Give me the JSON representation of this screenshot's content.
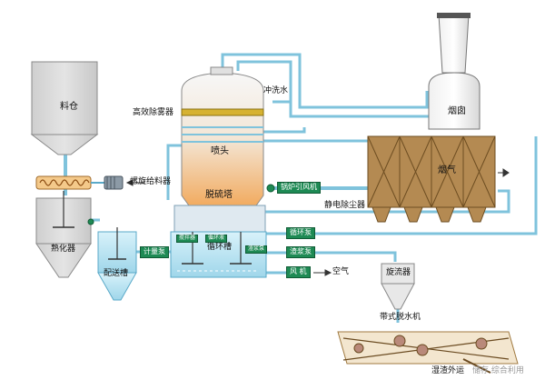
{
  "labels": {
    "silo": "料仓",
    "screw_feeder": "螺旋给料器",
    "slaker": "熟化器",
    "transfer_tank": "配送槽",
    "metering_pump": "计量泵",
    "demister": "高效除雾器",
    "wash_water": "冲洗水",
    "spray_head": "喷头",
    "absorber": "脱硫塔",
    "circ_tank": "循环槽",
    "boiler_fan": "锅炉引风机",
    "esp": "静电除尘器",
    "flue_gas": "烟气",
    "chimney": "烟囱",
    "circ_pump": "循环泵",
    "slurry_pump": "渣浆泵",
    "blower": "风 机",
    "air": "空气",
    "cyclone": "旋流器",
    "belt_filter": "带式脱水机",
    "slag_out": "湿渣外运"
  },
  "tank_tags": {
    "left": "搅拌器",
    "mid": "循环液",
    "right": "渣浆泵"
  },
  "watermark": "储存  综合利用",
  "colors": {
    "pipe": "#9fd3e6",
    "pipe_stroke": "#5aa9c8",
    "tag": "#1e8a54",
    "tower_top": "#f6f6f6",
    "tower_bottom": "#f2a04a",
    "esp_brown": "#b48a52",
    "vessel_grey": "#d9d9d9",
    "liquid": "#bfe8f4"
  }
}
